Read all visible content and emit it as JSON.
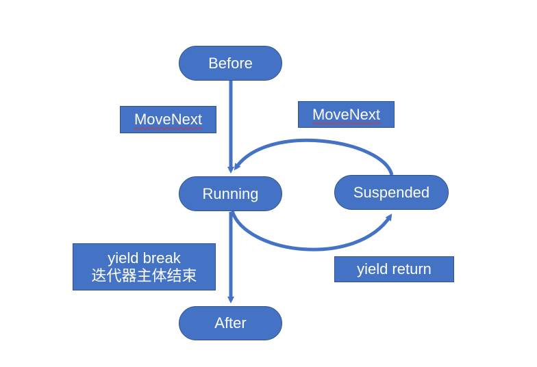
{
  "states": {
    "before": "Before",
    "running": "Running",
    "suspended": "Suspended",
    "after": "After"
  },
  "labels": {
    "movenext_initial": "MoveNext",
    "movenext_resume": "MoveNext",
    "yield_return": "yield return",
    "yield_break_line1": "yield break",
    "yield_break_line2": "迭代器主体结束"
  },
  "colors": {
    "fill": "#4472c4",
    "border": "#2f528f",
    "text": "#ffffff",
    "arrow": "#4472c4"
  }
}
